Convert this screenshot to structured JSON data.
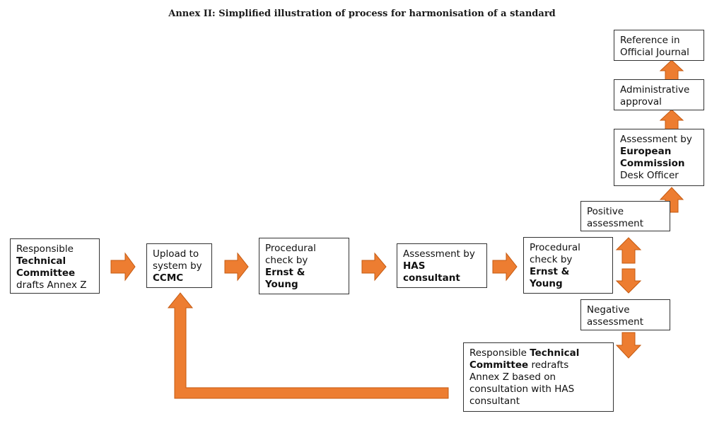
{
  "title": "Annex II: Simplified illustration of process for harmonisation of a standard",
  "nodes": {
    "tc_drafts": [
      {
        "t": "Responsible",
        "b": false
      },
      {
        "t": "Technical",
        "b": true
      },
      {
        "t": "Committee",
        "b": true
      },
      {
        "t": "drafts Annex Z",
        "b": false
      }
    ],
    "upload": [
      {
        "t": "Upload to",
        "b": false
      },
      {
        "t": "system by",
        "b": false
      },
      {
        "t": "CCMC",
        "b": true
      }
    ],
    "procedural_1": [
      {
        "t": "Procedural",
        "b": false
      },
      {
        "t": "check by",
        "b": false
      },
      {
        "t": "Ernst &",
        "b": true
      },
      {
        "t": "Young",
        "b": true
      }
    ],
    "has_assessment": [
      {
        "t": "Assessment by",
        "b": false
      },
      {
        "t": "HAS",
        "b": true
      },
      {
        "t": "consultant",
        "b": true
      }
    ],
    "procedural_2": [
      {
        "t": "Procedural",
        "b": false
      },
      {
        "t": "check by",
        "b": false
      },
      {
        "t": "Ernst &",
        "b": true
      },
      {
        "t": "Young",
        "b": true
      }
    ],
    "positive": [
      {
        "t": "Positive",
        "b": false
      },
      {
        "t": "assessment",
        "b": false
      }
    ],
    "negative": [
      {
        "t": "Negative",
        "b": false
      },
      {
        "t": "assessment",
        "b": false
      }
    ],
    "ec_assessment": [
      {
        "t": "Assessment by",
        "b": false
      },
      {
        "t": "European",
        "b": true
      },
      {
        "t": "Commission",
        "b": true
      },
      {
        "t": "Desk Officer",
        "b": false
      }
    ],
    "admin_approval": [
      {
        "t": "Administrative",
        "b": false
      },
      {
        "t": "approval",
        "b": false
      }
    ],
    "official_journal": [
      {
        "t": "Reference in",
        "b": false
      },
      {
        "t": "Official Journal",
        "b": false
      }
    ],
    "tc_redrafts": [
      [
        {
          "t": "Responsible ",
          "b": false
        },
        {
          "t": "Technical",
          "b": true
        }
      ],
      [
        {
          "t": "Committee",
          "b": true
        },
        {
          "t": " redrafts",
          "b": false
        }
      ],
      [
        {
          "t": "Annex Z based on",
          "b": false
        }
      ],
      [
        {
          "t": "consultation with HAS",
          "b": false
        }
      ],
      [
        {
          "t": "consultant",
          "b": false
        }
      ]
    ]
  },
  "colors": {
    "arrow": "#ED7D31",
    "arrow_outline": "#C55A11",
    "box_border": "#333333"
  }
}
